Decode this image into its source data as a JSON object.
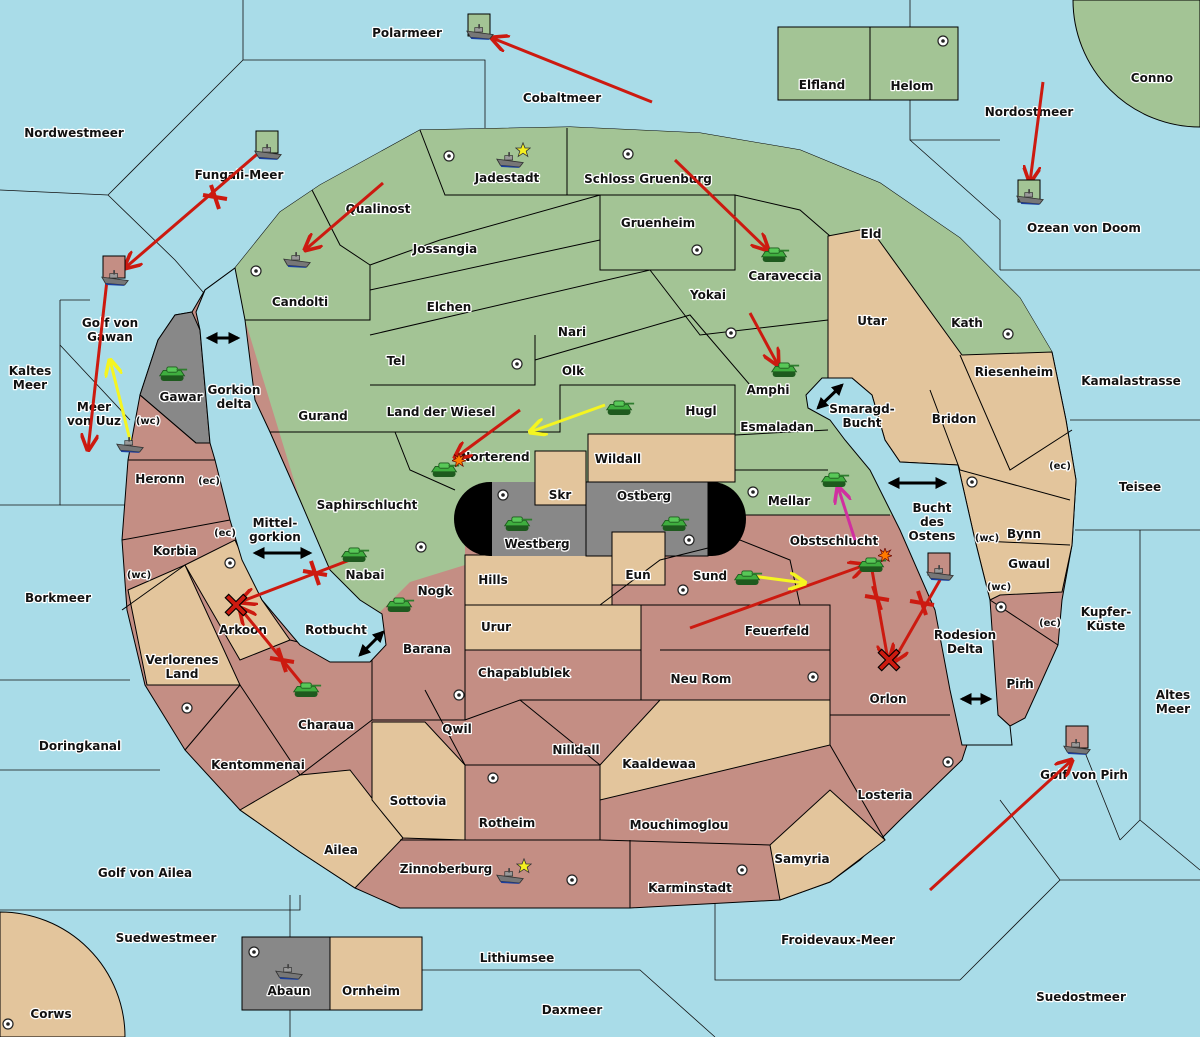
{
  "colors": {
    "sea": "#a9dce8",
    "green_power": "#a3c495",
    "tan_power": "#e3c59c",
    "pink_power": "#c48e84",
    "neutral_gray": "#888888",
    "move_order": "#cc1a10",
    "support_order": "#f5f520",
    "convoy_order": "#d030a0"
  },
  "icons": {
    "army": "tank-icon",
    "fleet": "ship-icon",
    "supply_center": "supply-center-icon",
    "capital": "star-icon",
    "failed": "x-mark-icon",
    "dislodged": "explosion-icon",
    "adjacency": "double-arrow-icon"
  },
  "seas": [
    {
      "lines": [
        "Polarmeer"
      ]
    },
    {
      "lines": [
        "Cobaltmeer"
      ]
    },
    {
      "lines": [
        "Nordwestmeer"
      ]
    },
    {
      "lines": [
        "Fungali-Meer"
      ]
    },
    {
      "lines": [
        "Nordostmeer"
      ]
    },
    {
      "lines": [
        "Ozean von Doom"
      ]
    },
    {
      "lines": [
        "Kaltes",
        "Meer"
      ]
    },
    {
      "lines": [
        "Golf von",
        "Gawan"
      ]
    },
    {
      "lines": [
        "Meer",
        "von Uuz"
      ]
    },
    {
      "lines": [
        "Gorkion",
        "delta"
      ]
    },
    {
      "lines": [
        "Mittel-",
        "gorkion"
      ]
    },
    {
      "lines": [
        "Borkmeer"
      ]
    },
    {
      "lines": [
        "Rotbucht"
      ]
    },
    {
      "lines": [
        "Doringkanal"
      ]
    },
    {
      "lines": [
        "Golf von Ailea"
      ]
    },
    {
      "lines": [
        "Suedwestmeer"
      ]
    },
    {
      "lines": [
        "Lithiumsee"
      ]
    },
    {
      "lines": [
        "Daxmeer"
      ]
    },
    {
      "lines": [
        "Froidevaux-Meer"
      ]
    },
    {
      "lines": [
        "Suedostmeer"
      ]
    },
    {
      "lines": [
        "Golf von Pirh"
      ]
    },
    {
      "lines": [
        "Altes",
        "Meer"
      ]
    },
    {
      "lines": [
        "Kupfer-",
        "Küste"
      ]
    },
    {
      "lines": [
        "Teisee"
      ]
    },
    {
      "lines": [
        "Kamalastrasse"
      ]
    },
    {
      "lines": [
        "Smaragd-",
        "Bucht"
      ]
    },
    {
      "lines": [
        "Bucht",
        "des",
        "Ostens"
      ]
    },
    {
      "lines": [
        "Rodesion",
        "Delta"
      ]
    }
  ],
  "provinces": [
    {
      "lines": [
        "Elfland"
      ]
    },
    {
      "lines": [
        "Helom"
      ]
    },
    {
      "lines": [
        "Conno"
      ]
    },
    {
      "lines": [
        "Corws"
      ]
    },
    {
      "lines": [
        "Abaun"
      ]
    },
    {
      "lines": [
        "Ornheim"
      ]
    },
    {
      "lines": [
        "Jadestadt"
      ]
    },
    {
      "lines": [
        "Schloss Gruenburg"
      ]
    },
    {
      "lines": [
        "Qualinost"
      ]
    },
    {
      "lines": [
        "Gruenheim"
      ]
    },
    {
      "lines": [
        "Eld"
      ]
    },
    {
      "lines": [
        "Caraveccia"
      ]
    },
    {
      "lines": [
        "Jossangia"
      ]
    },
    {
      "lines": [
        "Candolti"
      ]
    },
    {
      "lines": [
        "Elchen"
      ]
    },
    {
      "lines": [
        "Yokai"
      ]
    },
    {
      "lines": [
        "Utar"
      ]
    },
    {
      "lines": [
        "Kath"
      ]
    },
    {
      "lines": [
        "Nari"
      ]
    },
    {
      "lines": [
        "Tel"
      ]
    },
    {
      "lines": [
        "Olk"
      ]
    },
    {
      "lines": [
        "Riesenheim"
      ]
    },
    {
      "lines": [
        "Amphi"
      ]
    },
    {
      "lines": [
        "Gawar"
      ]
    },
    {
      "lines": [
        "Land der Wiesel"
      ]
    },
    {
      "lines": [
        "Hugl"
      ]
    },
    {
      "lines": [
        "Gurand"
      ]
    },
    {
      "lines": [
        "Bridon"
      ]
    },
    {
      "lines": [
        "Esmaladan"
      ]
    },
    {
      "lines": [
        "Norterend"
      ]
    },
    {
      "lines": [
        "Wildall"
      ]
    },
    {
      "lines": [
        "Heronn"
      ]
    },
    {
      "lines": [
        "Skr"
      ]
    },
    {
      "lines": [
        "Ostberg"
      ]
    },
    {
      "lines": [
        "Mellar"
      ]
    },
    {
      "lines": [
        "Saphirschlucht"
      ]
    },
    {
      "lines": [
        "Westberg"
      ]
    },
    {
      "lines": [
        "Obstschlucht"
      ]
    },
    {
      "lines": [
        "Bynn"
      ]
    },
    {
      "lines": [
        "Korbia"
      ]
    },
    {
      "lines": [
        "Nabai"
      ]
    },
    {
      "lines": [
        "Hills"
      ]
    },
    {
      "lines": [
        "Eun"
      ]
    },
    {
      "lines": [
        "Sund"
      ]
    },
    {
      "lines": [
        "Gwaul"
      ]
    },
    {
      "lines": [
        "Nogk"
      ]
    },
    {
      "lines": [
        "Urur"
      ]
    },
    {
      "lines": [
        "Feuerfeld"
      ]
    },
    {
      "lines": [
        "Arkoon"
      ]
    },
    {
      "lines": [
        "Barana"
      ]
    },
    {
      "lines": [
        "Verlorenes",
        "Land"
      ]
    },
    {
      "lines": [
        "Chapablublek"
      ]
    },
    {
      "lines": [
        "Neu Rom"
      ]
    },
    {
      "lines": [
        "Pirh"
      ]
    },
    {
      "lines": [
        "Orlon"
      ]
    },
    {
      "lines": [
        "Charaua"
      ]
    },
    {
      "lines": [
        "Qwil"
      ]
    },
    {
      "lines": [
        "Nilldall"
      ]
    },
    {
      "lines": [
        "Kentommenai"
      ]
    },
    {
      "lines": [
        "Kaaldewaa"
      ]
    },
    {
      "lines": [
        "Losteria"
      ]
    },
    {
      "lines": [
        "Sottovia"
      ]
    },
    {
      "lines": [
        "Rotheim"
      ]
    },
    {
      "lines": [
        "Mouchimoglou"
      ]
    },
    {
      "lines": [
        "Ailea"
      ]
    },
    {
      "lines": [
        "Samyria"
      ]
    },
    {
      "lines": [
        "Zinnoberburg"
      ]
    },
    {
      "lines": [
        "Karminstadt"
      ]
    }
  ],
  "coasts": [
    {
      "lines": [
        "(wc)"
      ]
    },
    {
      "lines": [
        "(ec)"
      ]
    },
    {
      "lines": [
        "(ec)"
      ]
    },
    {
      "lines": [
        "(wc)"
      ]
    },
    {
      "lines": [
        "(ec)"
      ]
    },
    {
      "lines": [
        "(wc)"
      ]
    },
    {
      "lines": [
        "(wc)"
      ]
    },
    {
      "lines": [
        "(ec)"
      ]
    }
  ]
}
